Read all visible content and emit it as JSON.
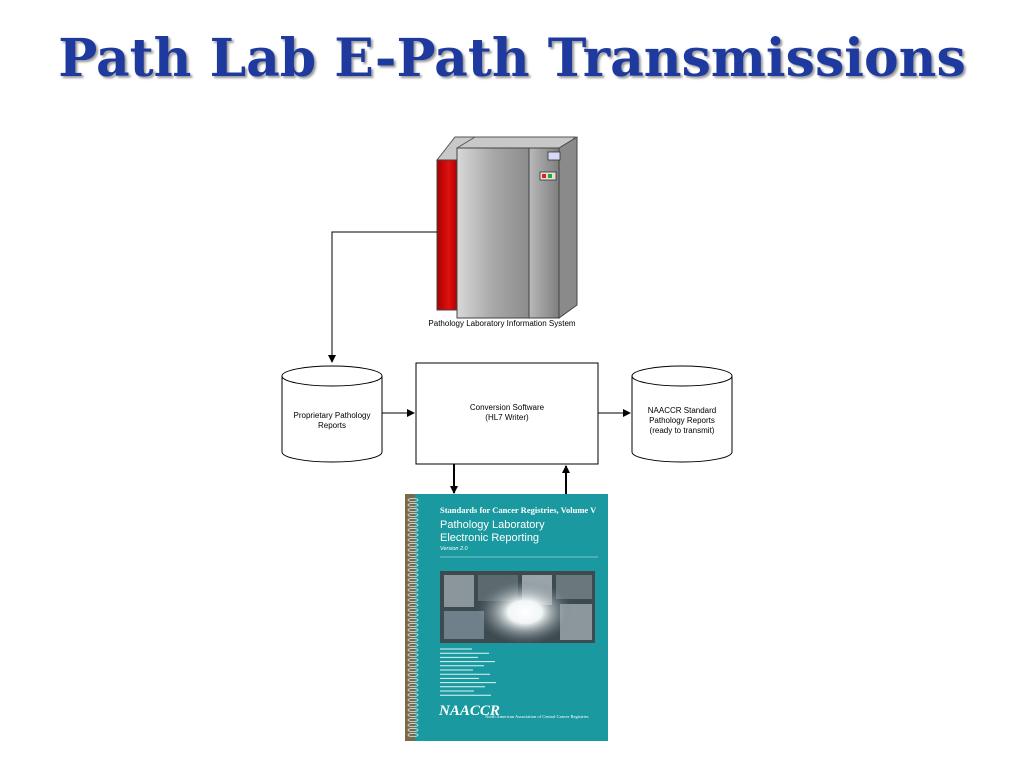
{
  "slide": {
    "title": "Path Lab E-Path Transmissions"
  },
  "diagram": {
    "server_label": "Pathology Laboratory Information System",
    "proprietary_db": {
      "line1": "Proprietary Pathology",
      "line2": "Reports"
    },
    "conversion": {
      "line1": "Conversion Software",
      "line2": "(HL7 Writer)"
    },
    "naaccr_db": {
      "line1": "NAACCR Standard",
      "line2": "Pathology Reports",
      "line3": "(ready to transmit)"
    }
  },
  "book": {
    "series": "Standards for Cancer Registries, Volume V",
    "title_line1": "Pathology Laboratory",
    "title_line2": "Electronic Reporting",
    "version": "Version 2.0",
    "logo": "NAACCR",
    "org": "North American Association of Central Cancer Registries",
    "cover_color": "#1a9aa0"
  }
}
